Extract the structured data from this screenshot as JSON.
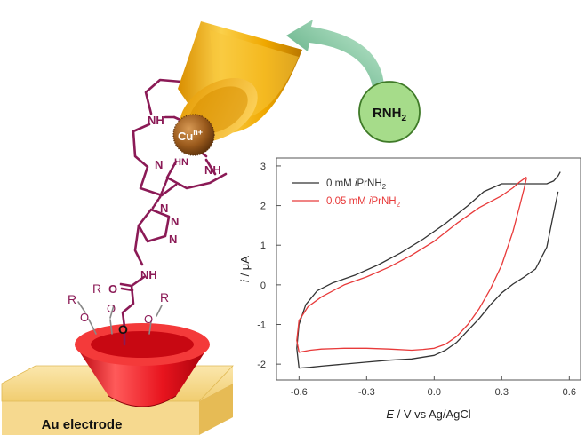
{
  "figure": {
    "electrode_label": "Au electrode",
    "metal_ion": {
      "base": "Cu",
      "sup": "n+"
    },
    "analyte": {
      "base": "RNH",
      "sub": "2"
    },
    "atoms": {
      "nh": "NH",
      "hn": "HN",
      "n": "N",
      "o": "O",
      "r": "R"
    },
    "colors": {
      "molecule": "#8b1a56",
      "cone_top": "#f2b21e",
      "cone_red": "#e8141e",
      "electrode": "#f5d585",
      "arrow": "#9fd9b4",
      "circle": "#a6dc8a",
      "copper": "#9a5a1c"
    }
  },
  "chart_data": {
    "type": "line",
    "xlabel": {
      "italic": "E",
      "rest": " / V vs Ag/AgCl"
    },
    "ylabel": {
      "italic": "i",
      "rest": " / μA"
    },
    "xlim": [
      -0.7,
      0.65
    ],
    "ylim": [
      -2.4,
      3.2
    ],
    "xticks": [
      -0.6,
      -0.3,
      0.0,
      0.3,
      0.6
    ],
    "xtick_labels": [
      "-0.6",
      "-0.3",
      "0.0",
      "0.3",
      "0.6"
    ],
    "yticks": [
      -2,
      -1,
      0,
      1,
      2,
      3
    ],
    "ytick_labels": [
      "-2",
      "-1",
      "0",
      "1",
      "2",
      "3"
    ],
    "grid": false,
    "legend_position": "top-left",
    "series": [
      {
        "name": {
          "a": "0 mM ",
          "i": "i",
          "b": "PrNH",
          "sub": "2"
        },
        "color": "#333333",
        "x": [
          0.55,
          0.53,
          0.5,
          0.45,
          0.4,
          0.35,
          0.3,
          0.25,
          0.2,
          0.15,
          0.1,
          0.05,
          0.0,
          -0.1,
          -0.2,
          -0.3,
          -0.4,
          -0.5,
          -0.55,
          -0.6,
          -0.61,
          -0.6,
          -0.57,
          -0.52,
          -0.45,
          -0.35,
          -0.25,
          -0.15,
          -0.05,
          0.05,
          0.15,
          0.22,
          0.3,
          0.4,
          0.5,
          0.53,
          0.55,
          0.56
        ],
        "y": [
          2.35,
          1.8,
          0.95,
          0.4,
          0.2,
          0.02,
          -0.2,
          -0.5,
          -0.85,
          -1.15,
          -1.45,
          -1.65,
          -1.78,
          -1.87,
          -1.9,
          -1.95,
          -2.0,
          -2.05,
          -2.08,
          -2.1,
          -1.6,
          -1.0,
          -0.5,
          -0.15,
          0.05,
          0.25,
          0.5,
          0.8,
          1.15,
          1.55,
          2.0,
          2.35,
          2.55,
          2.55,
          2.55,
          2.62,
          2.75,
          2.85
        ]
      },
      {
        "name": {
          "a": "0.05 mM ",
          "i": "i",
          "b": "PrNH",
          "sub": "2"
        },
        "color": "#e83a3a",
        "x": [
          0.41,
          0.4,
          0.38,
          0.35,
          0.3,
          0.25,
          0.2,
          0.15,
          0.1,
          0.05,
          0.0,
          -0.05,
          -0.1,
          -0.2,
          -0.3,
          -0.4,
          -0.5,
          -0.55,
          -0.6,
          -0.61,
          -0.6,
          -0.56,
          -0.5,
          -0.4,
          -0.3,
          -0.2,
          -0.1,
          0.0,
          0.1,
          0.2,
          0.3,
          0.35,
          0.38,
          0.41
        ],
        "y": [
          2.7,
          2.45,
          2.0,
          1.35,
          0.5,
          -0.1,
          -0.6,
          -1.0,
          -1.3,
          -1.5,
          -1.6,
          -1.63,
          -1.65,
          -1.62,
          -1.6,
          -1.6,
          -1.62,
          -1.65,
          -1.7,
          -1.4,
          -0.9,
          -0.55,
          -0.3,
          0.0,
          0.2,
          0.45,
          0.75,
          1.1,
          1.55,
          1.95,
          2.25,
          2.45,
          2.6,
          2.72
        ]
      }
    ]
  }
}
